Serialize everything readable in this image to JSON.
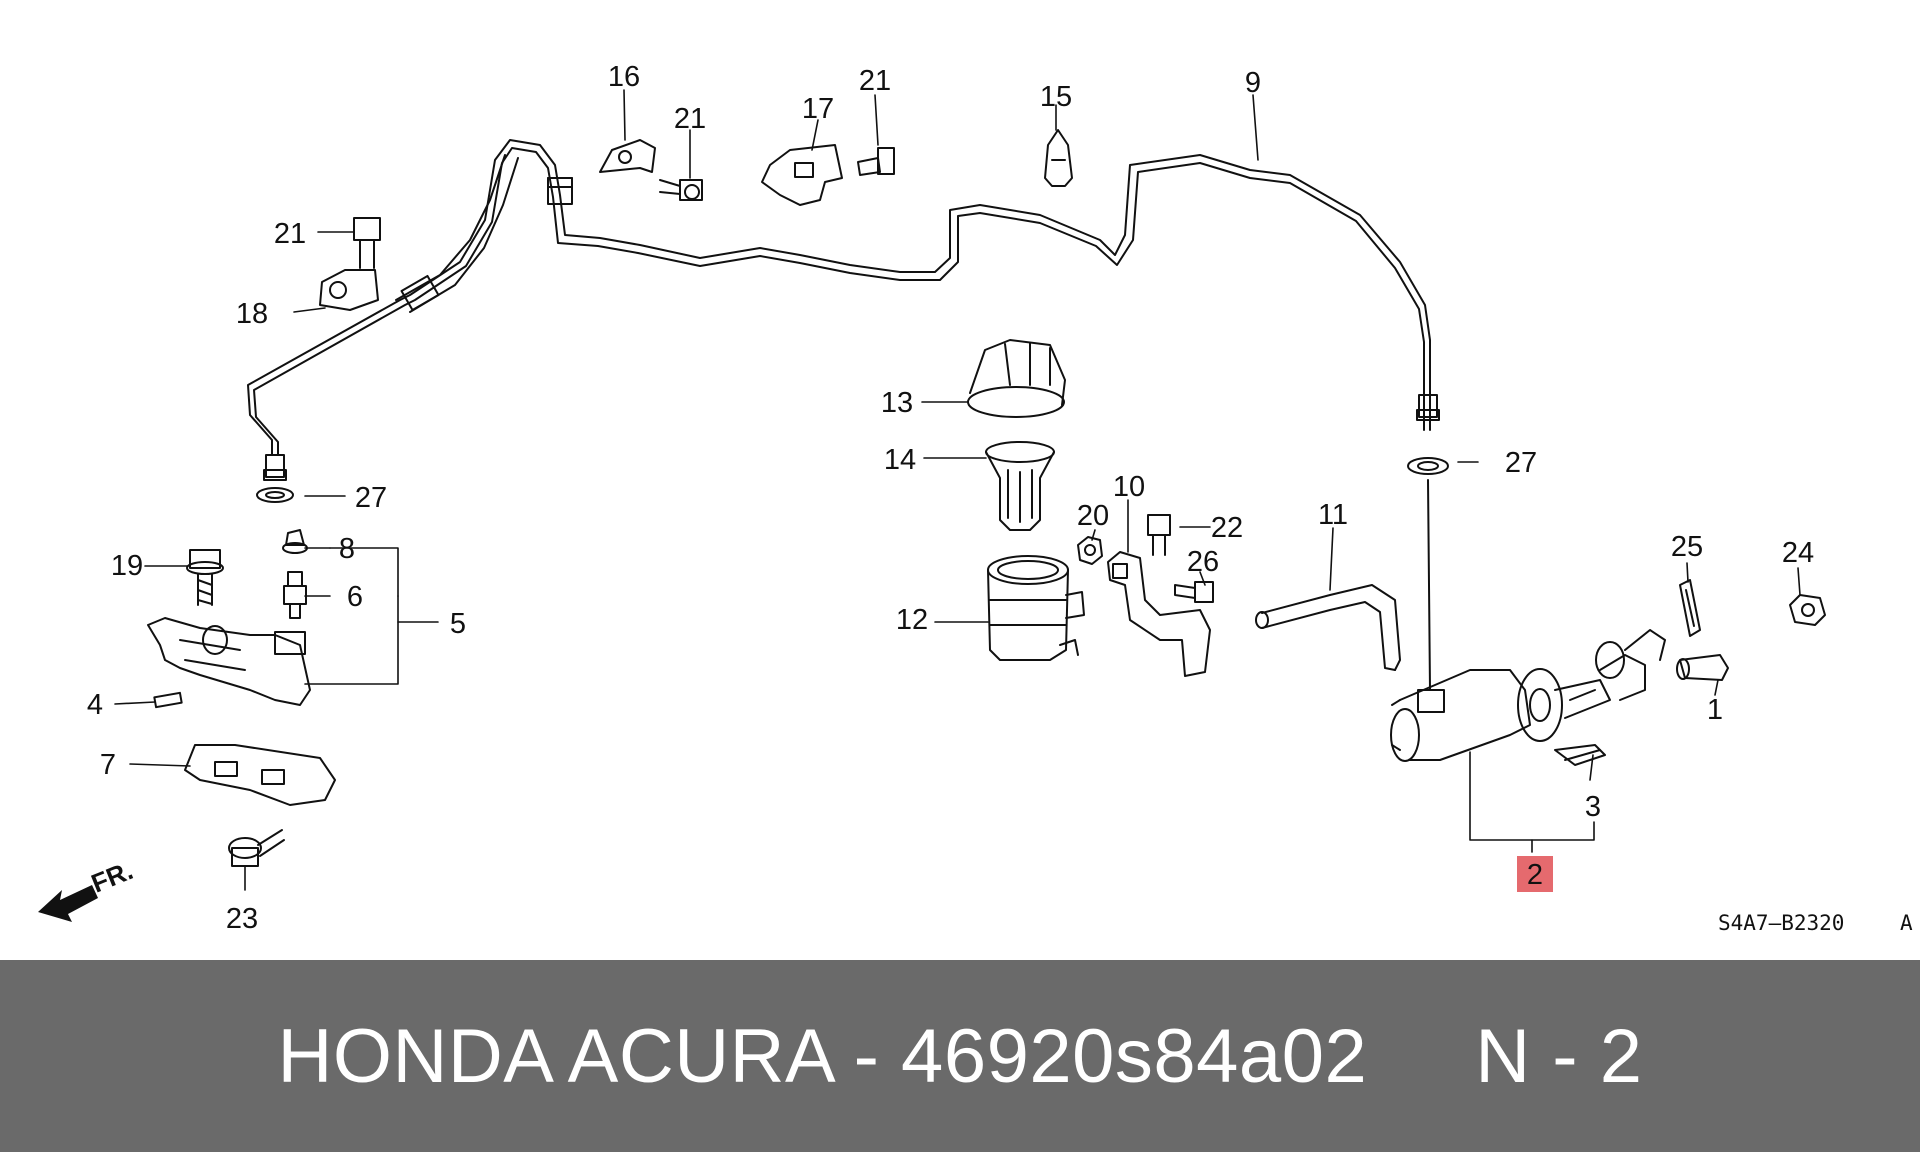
{
  "diagram": {
    "callouts": [
      {
        "id": "c16",
        "text": "16"
      },
      {
        "id": "c21a",
        "text": "21"
      },
      {
        "id": "c17",
        "text": "17"
      },
      {
        "id": "c21b",
        "text": "21"
      },
      {
        "id": "c15",
        "text": "15"
      },
      {
        "id": "c9",
        "text": "9"
      },
      {
        "id": "c21c",
        "text": "21"
      },
      {
        "id": "c18",
        "text": "18"
      },
      {
        "id": "c13",
        "text": "13"
      },
      {
        "id": "c14",
        "text": "14"
      },
      {
        "id": "c27a",
        "text": "27"
      },
      {
        "id": "c27b",
        "text": "27"
      },
      {
        "id": "c10",
        "text": "10"
      },
      {
        "id": "c20",
        "text": "20"
      },
      {
        "id": "c22",
        "text": "22"
      },
      {
        "id": "c11",
        "text": "11"
      },
      {
        "id": "c25",
        "text": "25"
      },
      {
        "id": "c24",
        "text": "24"
      },
      {
        "id": "c19",
        "text": "19"
      },
      {
        "id": "c8",
        "text": "8"
      },
      {
        "id": "c6",
        "text": "6"
      },
      {
        "id": "c5",
        "text": "5"
      },
      {
        "id": "c26",
        "text": "26"
      },
      {
        "id": "c12",
        "text": "12"
      },
      {
        "id": "c4",
        "text": "4"
      },
      {
        "id": "c1",
        "text": "1"
      },
      {
        "id": "c7",
        "text": "7"
      },
      {
        "id": "c3",
        "text": "3"
      },
      {
        "id": "c2",
        "text": "2"
      },
      {
        "id": "c23",
        "text": "23"
      }
    ],
    "highlight_color": "#e56a6e",
    "diagram_code": "S4A7—B2320",
    "diagram_code_suffix": "A",
    "direction_marker": "FR."
  },
  "footer": {
    "text": "HONDA ACURA - 46920s84a02     N - 2",
    "background": "#6a6a6a"
  }
}
